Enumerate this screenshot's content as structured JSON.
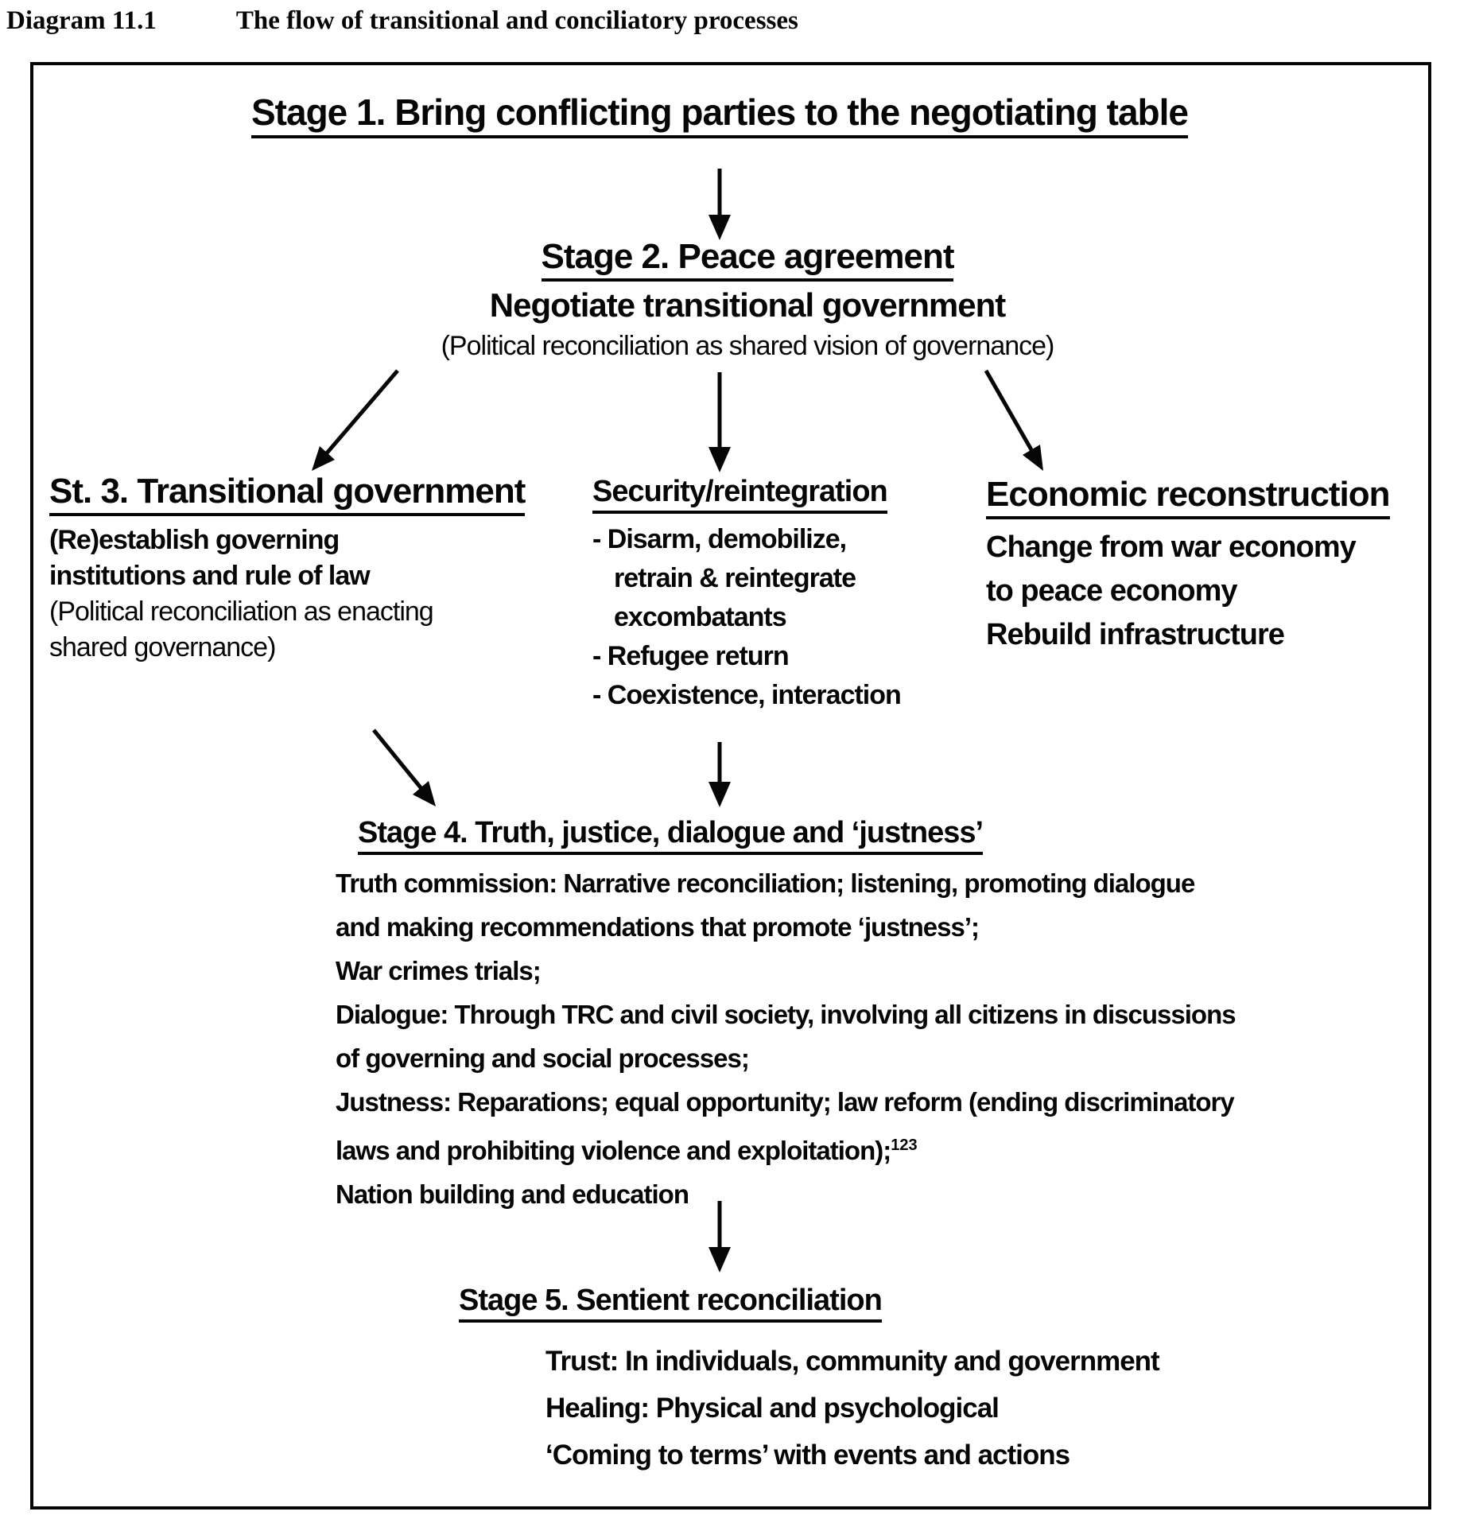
{
  "page": {
    "label": "Diagram 11.1",
    "title": "The flow of transitional and conciliatory processes"
  },
  "colors": {
    "ink": "#060606",
    "paper": "#ffffff"
  },
  "stage1": {
    "heading": "Stage 1. Bring conflicting parties to the negotiating table"
  },
  "stage2": {
    "heading": "Stage 2. Peace agreement",
    "subheading": "Negotiate transitional government",
    "note": "(Political reconciliation as shared vision of governance)"
  },
  "stage3": {
    "heading": "St. 3. Transitional government",
    "line1": "(Re)establish governing",
    "line2": "institutions and rule of law",
    "note1": "(Political reconciliation as enacting",
    "note2": "shared governance)"
  },
  "security": {
    "heading": "Security/reintegration",
    "item1a": "- Disarm, demobilize,",
    "item1b": "retrain & reintegrate",
    "item1c": "excombatants",
    "item2": "- Refugee return",
    "item3": "- Coexistence, interaction"
  },
  "economic": {
    "heading": "Economic reconstruction",
    "line1": "Change from war economy",
    "line2": "to peace economy",
    "line3": "Rebuild infrastructure"
  },
  "stage4": {
    "heading": "Stage 4. Truth, justice, dialogue and ‘justness’",
    "line1": "Truth commission: Narrative reconciliation; listening, promoting dialogue",
    "line2": "and making recommendations that promote ‘justness’;",
    "line3": "War crimes trials;",
    "line4": "Dialogue: Through TRC and civil society, involving all citizens in discussions",
    "line5": "of governing and social processes;",
    "line6": "Justness: Reparations; equal opportunity; law reform (ending discriminatory",
    "line7": "laws and prohibiting violence and exploitation);",
    "footnote": "123",
    "line8": "Nation building and education"
  },
  "stage5": {
    "heading": "Stage 5. Sentient reconciliation",
    "line1": "Trust: In individuals, community and government",
    "line2": "Healing: Physical and psychological",
    "line3": "‘Coming to terms’ with events and actions"
  }
}
